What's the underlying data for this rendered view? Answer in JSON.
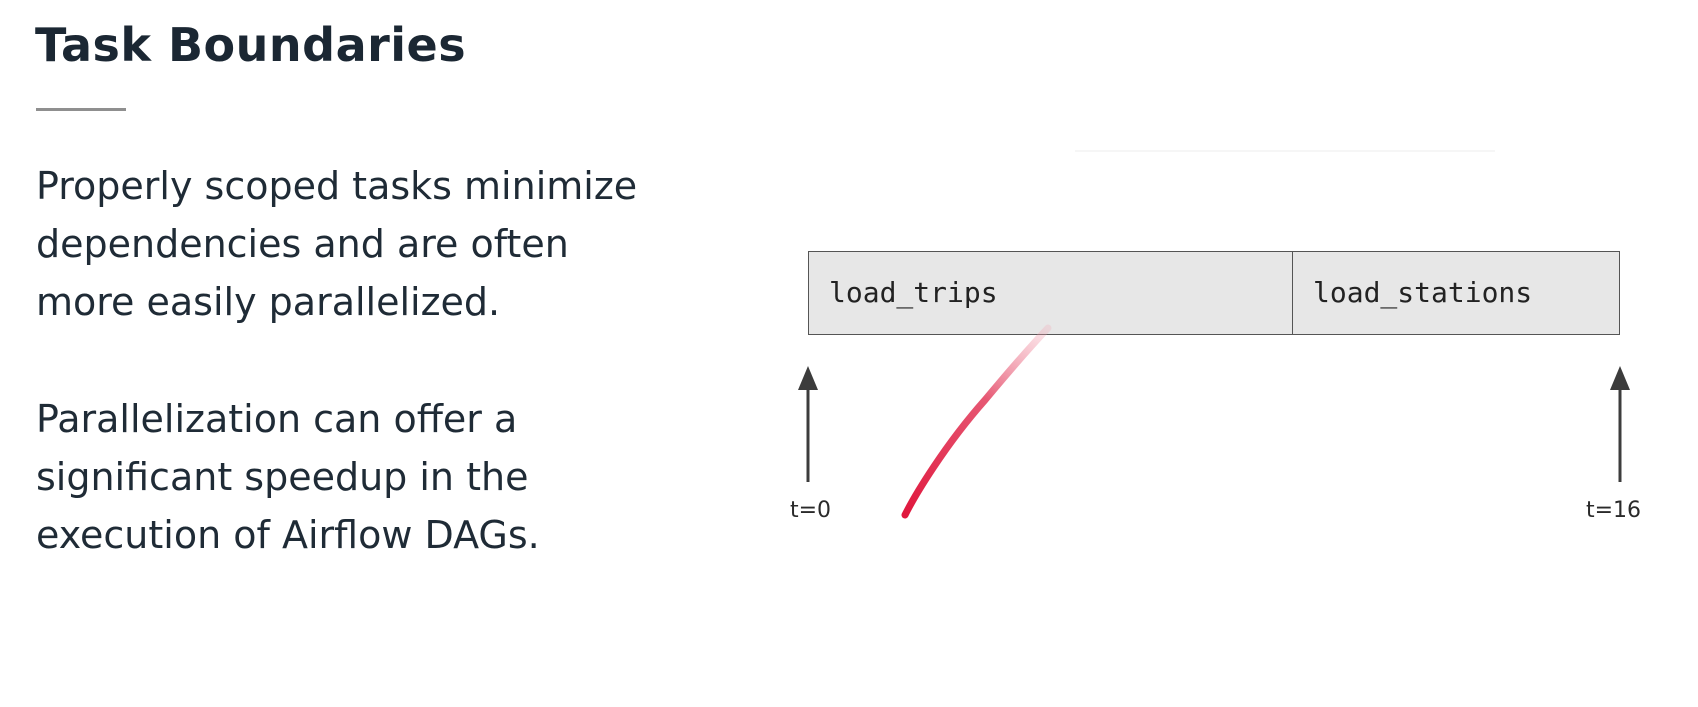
{
  "slide": {
    "title": "Task Boundaries",
    "paragraphs": [
      "Properly scoped tasks minimize\ndependencies and are often\nmore easily parallelized.",
      "Parallelization can offer a\nsignificant speedup in the\nexecution of Airflow DAGs."
    ]
  },
  "diagram": {
    "tasks": [
      {
        "label": "load_trips"
      },
      {
        "label": "load_stations"
      }
    ],
    "markers": [
      {
        "label": "t=0"
      },
      {
        "label": "t=16"
      }
    ],
    "colors": {
      "task_fill": "#e7e7e7",
      "border": "#555555",
      "arrow": "#3c3c3c",
      "annotation_stroke": "#e0173d"
    }
  }
}
